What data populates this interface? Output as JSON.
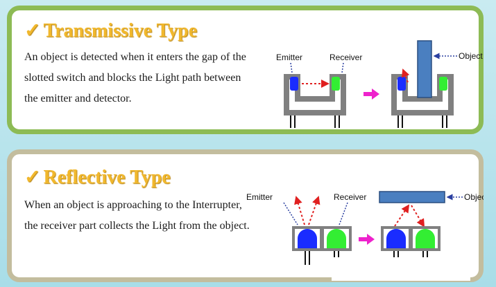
{
  "transmissive": {
    "check": "✓",
    "title": "Transmissive Type",
    "description": "An object is detected when it enters the gap of the slotted switch and blocks the Light path between the emitter and detector.",
    "labels": {
      "emitter": "Emitter",
      "receiver": "Receiver",
      "object": "Object"
    }
  },
  "reflective": {
    "check": "✓",
    "title": "Reflective Type",
    "description": "When an object is approaching to the Interrupter, the receiver part collects the Light from the object.",
    "labels": {
      "emitter": "Emitter",
      "receiver": "Receiver",
      "object": "Object"
    }
  },
  "colors": {
    "emitter": "#1a2cff",
    "receiver": "#33ee33",
    "object": "#4a7fc0",
    "housing": "#808080",
    "arrow": "#ee22cc",
    "beam": "#e02020",
    "title": "#f1b82d"
  },
  "icons": {
    "check": "checkmark-icon",
    "transition": "magenta-arrow-icon"
  }
}
